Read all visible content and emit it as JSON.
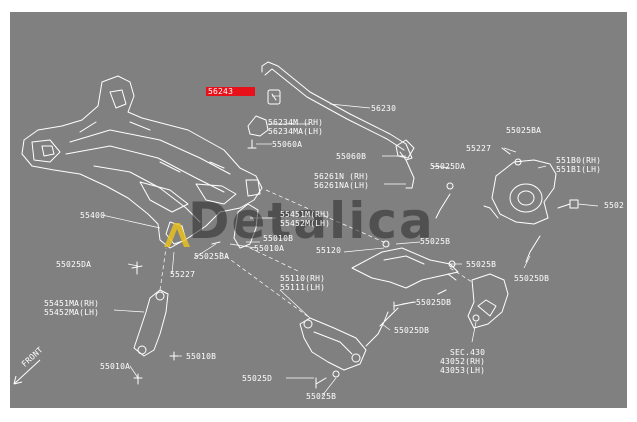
{
  "watermark": "Detalica",
  "highlight_color": "#e8111a",
  "labels": [
    {
      "id": "p56243",
      "text": "56243",
      "highlight": true
    },
    {
      "id": "p56230",
      "text": "56230"
    },
    {
      "id": "p56234m",
      "text": "56234M (RH)"
    },
    {
      "id": "p56234ma",
      "text": "56234MA(LH)"
    },
    {
      "id": "p55060a",
      "text": "55060A"
    },
    {
      "id": "p55060b",
      "text": "55060B"
    },
    {
      "id": "p56261n",
      "text": "56261N (RH)"
    },
    {
      "id": "p56261na",
      "text": "56261NA(LH)"
    },
    {
      "id": "p55025da_r",
      "text": "55025DA"
    },
    {
      "id": "p55227_r",
      "text": "55227"
    },
    {
      "id": "p55025ba_r",
      "text": "55025BA"
    },
    {
      "id": "p551b0",
      "text": "551B0(RH)"
    },
    {
      "id": "p551b1",
      "text": "551B1(LH)"
    },
    {
      "id": "p5502",
      "text": "5502"
    },
    {
      "id": "p55400",
      "text": "55400"
    },
    {
      "id": "p55451m",
      "text": "55451M(RH)"
    },
    {
      "id": "p55452m",
      "text": "55452M(LH)"
    },
    {
      "id": "p55010b_t",
      "text": "55010B"
    },
    {
      "id": "p55010a_t",
      "text": "55010A"
    },
    {
      "id": "p55025b_a",
      "text": "55025B"
    },
    {
      "id": "p55120",
      "text": "55120"
    },
    {
      "id": "p55025ba_l",
      "text": "55025BA"
    },
    {
      "id": "p55025da_l",
      "text": "55025DA"
    },
    {
      "id": "p55227_l",
      "text": "55227"
    },
    {
      "id": "p55025b_b",
      "text": "55025B"
    },
    {
      "id": "p55025db_r",
      "text": "55025DB"
    },
    {
      "id": "p55110",
      "text": "55110(RH)"
    },
    {
      "id": "p55111",
      "text": "55111(LH)"
    },
    {
      "id": "p55025db_m",
      "text": "55025DB"
    },
    {
      "id": "p55451ma",
      "text": "55451MA(RH)"
    },
    {
      "id": "p55452ma",
      "text": "55452MA(LH)"
    },
    {
      "id": "p55025db_b",
      "text": "55025DB"
    },
    {
      "id": "psec430",
      "text": "SEC.430"
    },
    {
      "id": "p43052",
      "text": "43052(RH)"
    },
    {
      "id": "p43053",
      "text": "43053(LH)"
    },
    {
      "id": "p55010b_b",
      "text": "55010B"
    },
    {
      "id": "p55010a_b",
      "text": "55010A"
    },
    {
      "id": "p55025d",
      "text": "55025D"
    },
    {
      "id": "p55025b_c",
      "text": "55025B"
    },
    {
      "id": "pfront",
      "text": "FRONT"
    }
  ]
}
